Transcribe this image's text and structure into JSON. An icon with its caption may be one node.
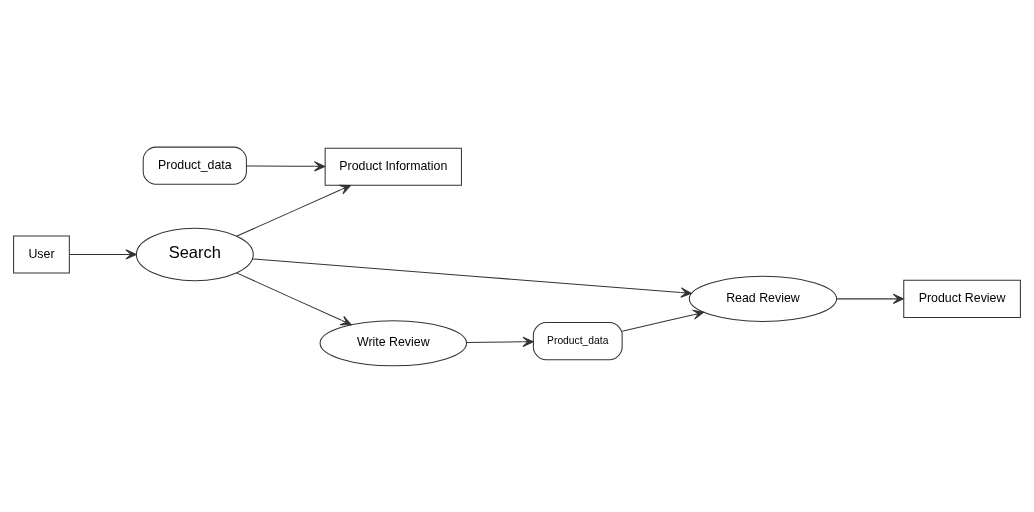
{
  "diagram": {
    "nodes": [
      {
        "text": [
          "Product Review"
        ]
      },
      {
        "text": [
          "Product_data"
        ]
      },
      {
        "text": [
          "Product Information"
        ]
      },
      {
        "text": [
          "Read Review"
        ]
      },
      {
        "text": [
          "User"
        ]
      },
      {
        "text": [
          "Search"
        ]
      },
      {
        "text": [
          "Product_data"
        ]
      },
      {
        "text": [
          "Write Review"
        ]
      }
    ],
    "edges": [
      {
        "from": 1,
        "to": 2,
        "arrow": "to"
      },
      {
        "from": 5,
        "to": 2,
        "arrow": "to"
      },
      {
        "from": 5,
        "to": 3,
        "arrow": "to"
      },
      {
        "from": 3,
        "to": 0,
        "arrow": "to"
      },
      {
        "from": 4,
        "to": 5,
        "arrow": "to"
      },
      {
        "from": 6,
        "to": 3,
        "arrow": "to"
      },
      {
        "from": 5,
        "to": 7,
        "arrow": "to"
      },
      {
        "from": 7,
        "to": 6,
        "arrow": "to"
      }
    ]
  }
}
